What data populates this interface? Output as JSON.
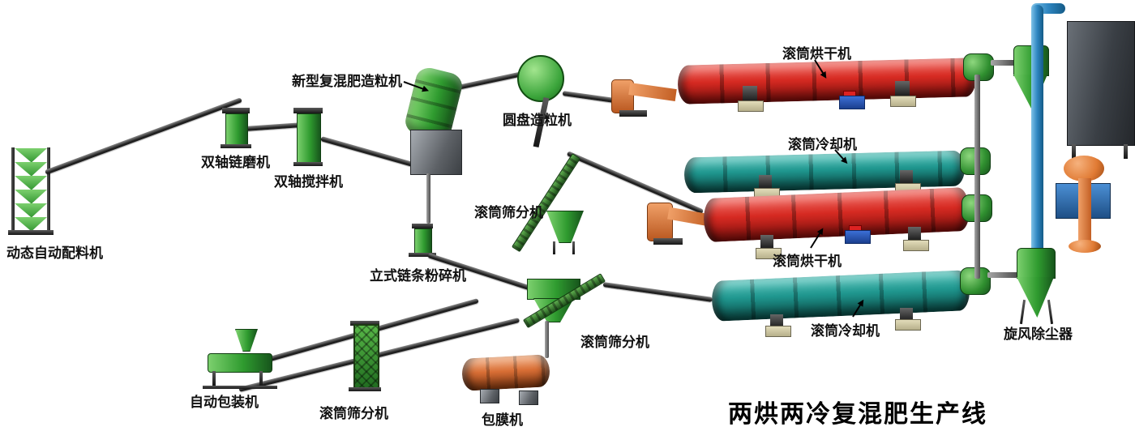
{
  "title": {
    "text": "两烘两冷复混肥生产线"
  },
  "labels": {
    "batching": "动态自动配料机",
    "chain_mill": "双轴链磨机",
    "mixer": "双轴搅拌机",
    "granulator": "新型复混肥造粒机",
    "disc_granulator": "圆盘造粒机",
    "dryer1": "滚筒烘干机",
    "cooler1": "滚筒冷却机",
    "screen1": "滚筒筛分机",
    "crusher": "立式链条粉碎机",
    "dryer2": "滚筒烘干机",
    "cooler2": "滚筒冷却机",
    "screen2": "滚筒筛分机",
    "packing": "自动包装机",
    "screen3": "滚筒筛分机",
    "coating": "包膜机",
    "cyclone": "旋风除尘器"
  },
  "colors": {
    "dryer_red": "#d62a22",
    "cooler_teal": "#1f968e",
    "machine_green": "#2f9b2f",
    "coating_orange": "#d96f36",
    "pipe_blue": "#2e86c1",
    "conveyor_dark": "#1e1e1e",
    "background": "#ffffff"
  }
}
